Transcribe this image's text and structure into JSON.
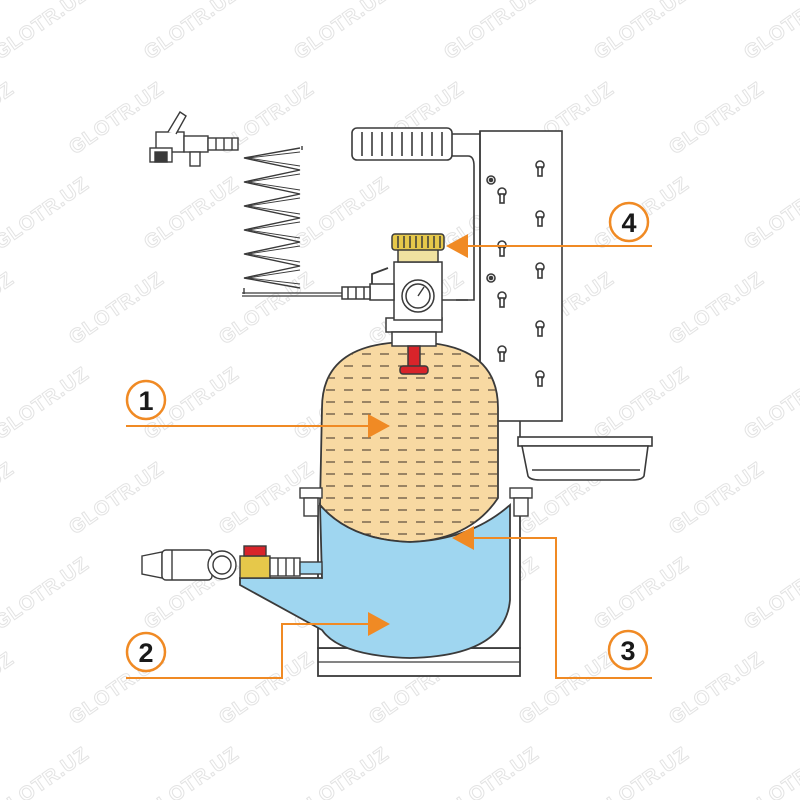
{
  "watermark": "GLOTR.UZ",
  "callouts": [
    {
      "id": "1",
      "label": "1"
    },
    {
      "id": "2",
      "label": "2"
    },
    {
      "id": "3",
      "label": "3"
    },
    {
      "id": "4",
      "label": "4"
    }
  ],
  "colors": {
    "accent_orange": "#f08a24",
    "beer_fill": "#f8d9a2",
    "water_fill": "#9fd6f0",
    "outline": "#3a3a3a",
    "brass": "#e6c84a",
    "valve_red": "#d8242a"
  }
}
